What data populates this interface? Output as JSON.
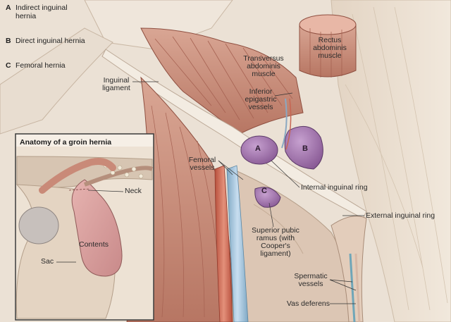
{
  "legend": [
    {
      "letter": "A",
      "text": "Indirect inguinal hernia"
    },
    {
      "letter": "B",
      "text": "Direct inguinal hernia"
    },
    {
      "letter": "C",
      "text": "Femoral hernia"
    }
  ],
  "regions": {
    "a": "A",
    "b": "B",
    "c": "C"
  },
  "labels": {
    "rectus": "Rectus abdominis muscle",
    "transversus": "Transversus abdominis muscle",
    "inferior_epigastric": "Inferior epigastric vessels",
    "inguinal_ligament": "Inguinal ligament",
    "femoral_vessels": "Femoral vessels",
    "internal_ring": "Internal inguinal ring",
    "external_ring": "External inguinal ring",
    "superior_pubic": "Superior pubic ramus (with Cooper's ligament)",
    "spermatic": "Spermatic vessels",
    "vas_deferens": "Vas deferens"
  },
  "inset": {
    "title": "Anatomy of a groin hernia",
    "neck": "Neck",
    "contents": "Contents",
    "sac": "Sac"
  },
  "colors": {
    "hernia_purple": "#9b6aa6",
    "muscle_red": "#c98a78",
    "fascia": "#e9ddd0",
    "vein_blue": "#9cc0d6",
    "artery_red": "#cf6f58",
    "inset_border": "#3a3a3a"
  }
}
